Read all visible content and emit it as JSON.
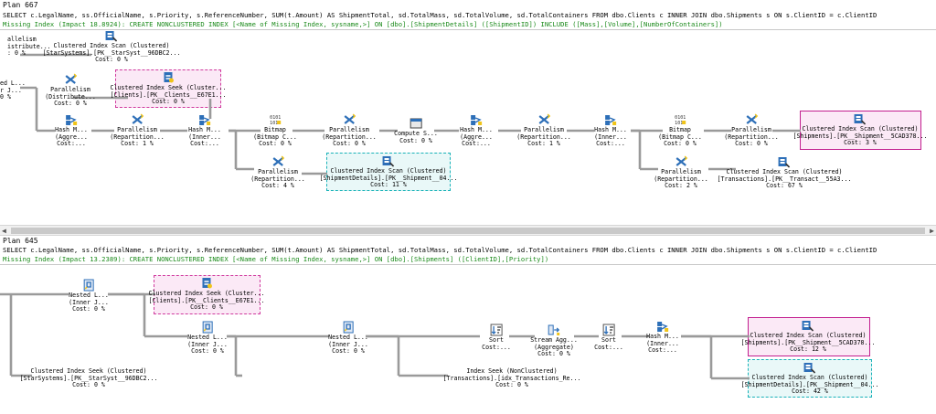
{
  "plan1": {
    "title": "Plan 667",
    "sql": "SELECT c.LegalName, ss.OfficialName, s.Priority, s.ReferenceNumber, SUM(t.Amount) AS ShipmentTotal, sd.TotalMass, sd.TotalVolume, sd.TotalContainers FROM dbo.Clients c INNER JOIN dbo.Shipments s ON s.ClientID = c.ClientID",
    "missing_index": "Missing Index (Impact 18.8924): CREATE NONCLUSTERED INDEX [<Name of Missing Index, sysname,>] ON [dbo].[ShipmentDetails] ([ShipmentID]) INCLUDE ([Mass],[Volume],[NumberOfContainers])",
    "nodes": [
      {
        "id": "p1-cis-starsystems",
        "l1": "Clustered Index Scan (Clustered)",
        "l2": "[StarSystems].[PK__StarSyst__96DBC2...",
        "l3": "Cost: 0 %"
      },
      {
        "id": "p1-edge-parallelism",
        "l1": "allelism",
        "l2": "istribute...",
        "l3": ": 0 %"
      },
      {
        "id": "p1-edge-nested",
        "l1": "ed L...",
        "l2": "r J...",
        "l3": "0 %"
      },
      {
        "id": "p1-parallelism-distribute",
        "l1": "Parallelism",
        "l2": "(Distribute...",
        "l3": "Cost: 0 %"
      },
      {
        "id": "p1-cisk-clients",
        "l1": "Clustered Index Seek (Cluster...",
        "l2": "[Clients].[PK__Clients__E67E1...",
        "l3": "Cost: 0 %"
      },
      {
        "id": "p1-hash-aggregate",
        "l1": "Hash M...",
        "l2": "(Aggre...",
        "l3": "Cost:..."
      },
      {
        "id": "p1-parallelism-repart-1",
        "l1": "Parallelism",
        "l2": "(Repartition...",
        "l3": "Cost: 1 %"
      },
      {
        "id": "p1-hash-match-2",
        "l1": "Hash M...",
        "l2": "(Inner...",
        "l3": "Cost:..."
      },
      {
        "id": "p1-bitmap-1",
        "l1": "Bitmap",
        "l2": "(Bitmap C...",
        "l3": "Cost: 0 %"
      },
      {
        "id": "p1-parallelism-repart-2",
        "l1": "Parallelism",
        "l2": "(Repartition...",
        "l3": "Cost: 0 %"
      },
      {
        "id": "p1-compute-scalar",
        "l1": "Compute S...",
        "l2": "",
        "l3": "Cost: 0 %"
      },
      {
        "id": "p1-hash-aggregate-2",
        "l1": "Hash M...",
        "l2": "(Aggre...",
        "l3": "Cost:..."
      },
      {
        "id": "p1-parallelism-repart-3",
        "l1": "Parallelism",
        "l2": "(Repartition...",
        "l3": "Cost: 1 %"
      },
      {
        "id": "p1-hash-inner-3",
        "l1": "Hash M...",
        "l2": "(Inner...",
        "l3": "Cost:..."
      },
      {
        "id": "p1-bitmap-2",
        "l1": "Bitmap",
        "l2": "(Bitmap C...",
        "l3": "Cost: 0 %"
      },
      {
        "id": "p1-parallelism-repart-4",
        "l1": "Parallelism",
        "l2": "(Repartition...",
        "l3": "Cost: 0 %"
      },
      {
        "id": "p1-cis-shipments",
        "l1": "Clustered Index Scan (Clustered)",
        "l2": "[Shipments].[PK__Shipment__5CAD378...",
        "l3": "Cost: 3 %"
      },
      {
        "id": "p1-parallelism-repart-5",
        "l1": "Parallelism",
        "l2": "(Repartition...",
        "l3": "Cost: 4 %"
      },
      {
        "id": "p1-cis-shipmentdetails",
        "l1": "Clustered Index Scan (Clustered)",
        "l2": "[ShipmentDetails].[PK__Shipment__04...",
        "l3": "Cost: 11 %"
      },
      {
        "id": "p1-parallelism-repart-6",
        "l1": "Parallelism",
        "l2": "(Repartition...",
        "l3": "Cost: 2 %"
      },
      {
        "id": "p1-cis-transactions",
        "l1": "Clustered Index Scan (Clustered)",
        "l2": "[Transactions].[PK__Transact__55A3...",
        "l3": "Cost: 67 %"
      }
    ]
  },
  "plan2": {
    "title": "Plan 645",
    "sql": "SELECT c.LegalName, ss.OfficialName, s.Priority, s.ReferenceNumber, SUM(t.Amount) AS ShipmentTotal, sd.TotalMass, sd.TotalVolume, sd.TotalContainers FROM dbo.Clients c INNER JOIN dbo.Shipments s ON s.ClientID = c.ClientID",
    "missing_index": "Missing Index (Impact 13.2389): CREATE NONCLUSTERED INDEX [<Name of Missing Index, sysname,>] ON [dbo].[Shipments] ([ClientID],[Priority])",
    "nodes": [
      {
        "id": "p2-nested-1",
        "l1": "Nested L...",
        "l2": "(Inner J...",
        "l3": "Cost: 0 %"
      },
      {
        "id": "p2-cisk-clients",
        "l1": "Clustered Index Seek (Cluster...",
        "l2": "[Clients].[PK__Clients__E67E1...",
        "l3": "Cost: 0 %"
      },
      {
        "id": "p2-nested-2",
        "l1": "Nested L...",
        "l2": "(Inner J...",
        "l3": "Cost: 0 %"
      },
      {
        "id": "p2-nested-3",
        "l1": "Nested L...",
        "l2": "(Inner J...",
        "l3": "Cost: 0 %"
      },
      {
        "id": "p2-sort-1",
        "l1": "Sort",
        "l2": "Cost:...",
        "l3": ""
      },
      {
        "id": "p2-stream-aggregate",
        "l1": "Stream Agg...",
        "l2": "(Aggregate)",
        "l3": "Cost: 0 %"
      },
      {
        "id": "p2-sort-2",
        "l1": "Sort",
        "l2": "Cost:...",
        "l3": ""
      },
      {
        "id": "p2-hash-match",
        "l1": "Hash M...",
        "l2": "(Inner...",
        "l3": "Cost:..."
      },
      {
        "id": "p2-cis-shipments",
        "l1": "Clustered Index Scan (Clustered)",
        "l2": "[Shipments].[PK__Shipment__5CAD378...",
        "l3": "Cost: 12 %"
      },
      {
        "id": "p2-cis-starsystems",
        "l1": "Clustered Index Seek (Clustered)",
        "l2": "[StarSystems].[PK__StarSyst__96DBC2...",
        "l3": "Cost: 0 %"
      },
      {
        "id": "p2-index-seek-transactions",
        "l1": "Index Seek (NonClustered)",
        "l2": "[Transactions].[idx_Transactions_Re...",
        "l3": "Cost: 0 %"
      },
      {
        "id": "p2-cis-shipmentdetails",
        "l1": "Clustered Index Scan (Clustered)",
        "l2": "[ShipmentDetails].[PK__Shipment__04...",
        "l3": "Cost: 42 %"
      }
    ]
  },
  "icons": {
    "clustered_index_scan": "clustered-index-scan-icon",
    "clustered_index_seek": "clustered-index-seek-icon",
    "parallelism": "parallelism-icon",
    "hash_match": "hash-match-icon",
    "bitmap": "bitmap-icon",
    "compute_scalar": "compute-scalar-icon",
    "nested_loops": "nested-loops-icon",
    "sort": "sort-icon",
    "stream_aggregate": "stream-aggregate-icon",
    "index_seek": "index-seek-icon"
  },
  "colors": {
    "missing_index_text": "#1a8a1a",
    "highlight_magenta": "#c21e8f",
    "highlight_pink": "#d03a9e",
    "highlight_cyan": "#18b2b8",
    "icon_blue": "#2d6fb8",
    "icon_yellow": "#f0c419"
  },
  "scrollbar": {
    "left_arrow": "◀",
    "right_arrow": "▶"
  }
}
